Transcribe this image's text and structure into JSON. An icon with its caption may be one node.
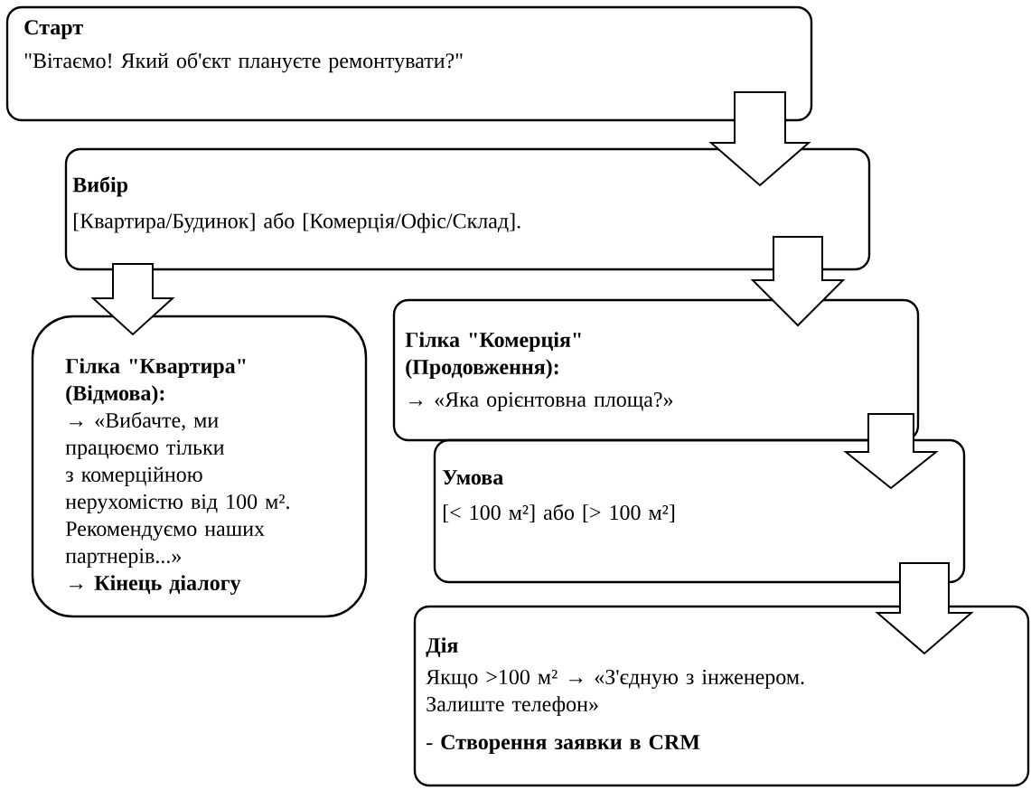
{
  "diagram": {
    "nodes": [
      {
        "text": [
          "Старт",
          "\"Вітаємо! Який об'єкт плануєте ремонтувати?\""
        ]
      },
      {
        "text": [
          "Вибір",
          "[Квартира/Будинок] або [Комерція/Офіс/Склад]."
        ]
      },
      {
        "text": [
          "Гілка \"Квартира\" (Відмова):",
          "→ «Вибачте, ми працюємо тільки з комерційною нерухомістю від 100 м². Рекомендуємо наших партнерів...»",
          "→ Кінець діалогу"
        ]
      },
      {
        "text": [
          "Гілка \"Комерція\" (Продовження):",
          "→ «Яка орієнтовна площа?»"
        ]
      },
      {
        "text": [
          "Умова",
          "[< 100 м²] або [> 100 м²]"
        ]
      },
      {
        "text": [
          "Дія",
          "Якщо >100 м² → «З'єдную з інженером. Залиште телефон»",
          "- **Створення заявки в CRM**"
        ]
      }
    ],
    "edges": [
      {
        "from": 0,
        "to": 1,
        "arrow": "to"
      },
      {
        "from": 1,
        "to": 2,
        "arrow": "to"
      },
      {
        "from": 1,
        "to": 3,
        "arrow": "to"
      },
      {
        "from": 3,
        "to": 4,
        "arrow": "to"
      },
      {
        "from": 4,
        "to": 5,
        "arrow": "to"
      }
    ]
  }
}
